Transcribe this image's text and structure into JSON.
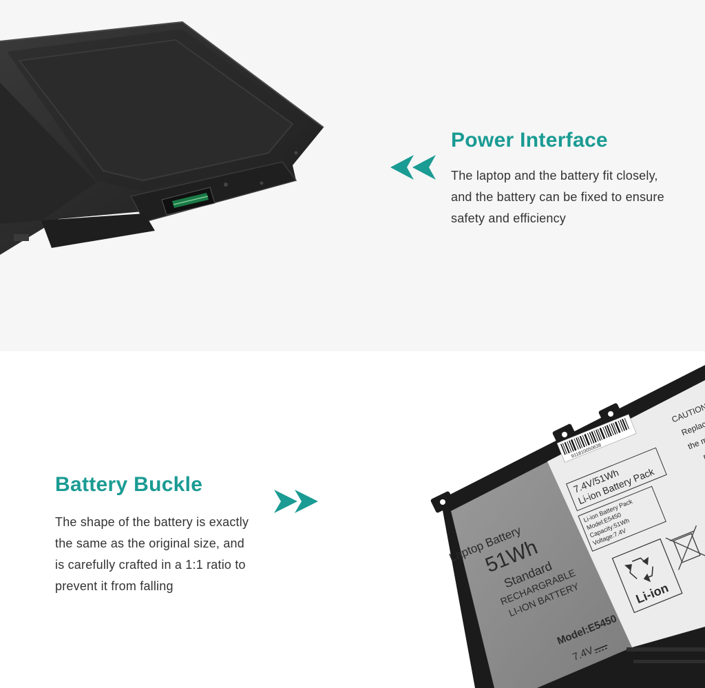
{
  "colors": {
    "accent": "#1a9b93",
    "top_background": "#f6f6f6",
    "bottom_background": "#ffffff",
    "text": "#333333"
  },
  "power_interface": {
    "title": "Power Interface",
    "lines": [
      "The laptop and the battery fit closely,",
      "and the battery can be fixed to ensure",
      "safety and efficiency"
    ],
    "arrow_icon": "double-chevron-left-icon"
  },
  "battery_buckle": {
    "title": "Battery Buckle",
    "lines": [
      "The shape of the battery is exactly",
      "the same as the original size, and",
      "is carefully crafted in a 1:1 ratio to",
      "prevent it from falling"
    ],
    "arrow_icon": "double-chevron-right-icon"
  },
  "battery_label": {
    "barcode_number": "911810050638",
    "box_line1": "7.4V/51Wh",
    "box_line2": "Li-ion Battery Pack",
    "spec_line1": "Li-ion Battery Pack",
    "spec_line2": "Model:E5450",
    "spec_line3": "Capacity:51Wh",
    "spec_line4": "Voltage:7.4V",
    "side_line1": "Laptop Battery",
    "side_line2": "51Wh",
    "side_line3": "Standard",
    "side_line4": "RECHARGRABLE",
    "side_line5": "LI-ION BATTERY",
    "model": "Model:E5450",
    "voltage": "7.4V",
    "caution": "CAUTION",
    "caution_frag1": "Replac",
    "caution_frag2": "the m",
    "caution_frag3": "ma",
    "caution_frag4": "l",
    "recycle_label": "Li-ion"
  }
}
